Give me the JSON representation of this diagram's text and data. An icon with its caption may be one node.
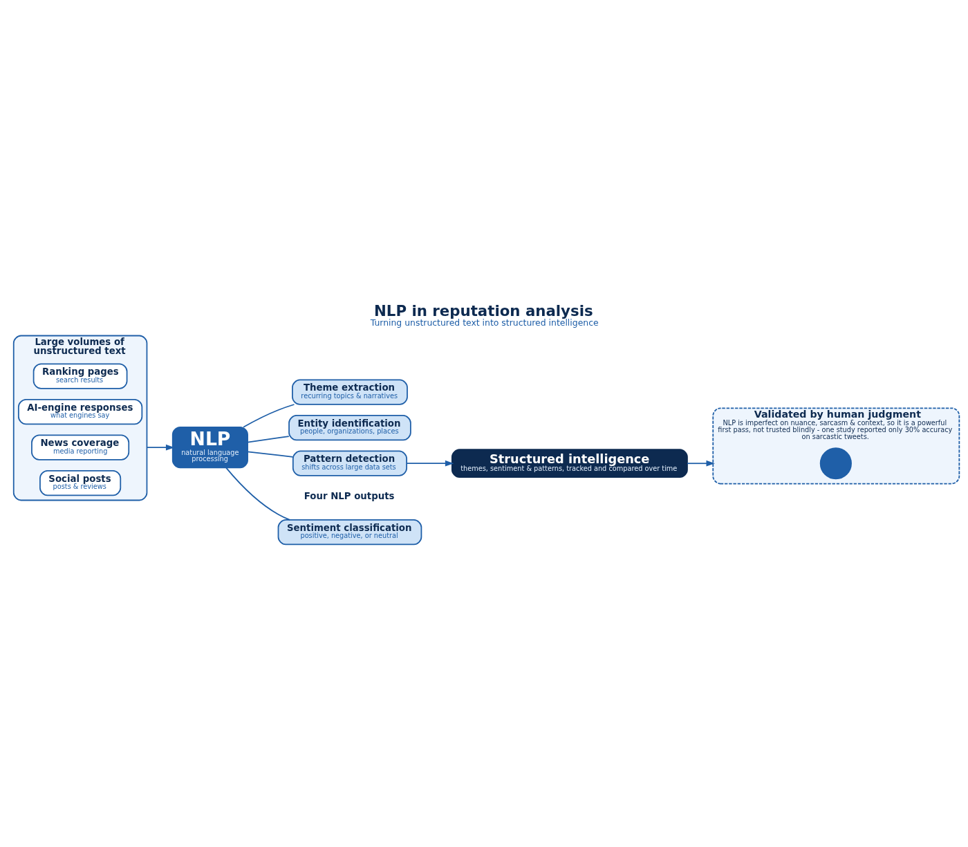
{
  "diagram": {
    "title": "NLP in reputation analysis",
    "caption": "Turning unstructured text into structured intelligence",
    "nodes": [
      {
        "text": [
          "Large volumes of unstructured text"
        ]
      },
      {
        "text": [
          "Ranking pages",
          "search results"
        ],
        "in": 0
      },
      {
        "text": [
          "AI-engine responses",
          "what engines say"
        ],
        "in": 0
      },
      {
        "text": [
          "News coverage",
          "media reporting"
        ],
        "in": 0
      },
      {
        "text": [
          "Social posts",
          "posts & reviews"
        ],
        "in": 0
      },
      {
        "text": [
          "NLP",
          "natural language processing"
        ]
      },
      {
        "text": [
          "Sentiment classification",
          "positive, negative, or neutral"
        ]
      },
      {
        "text": [
          "Theme extraction",
          "recurring topics & narratives"
        ]
      },
      {
        "text": [
          "Entity identification",
          "people, organizations, places"
        ]
      },
      {
        "text": [
          "Pattern detection",
          "shifts across large data sets"
        ]
      },
      {
        "text": [
          "Structured intelligence",
          "themes, sentiment & patterns, tracked and compared over time"
        ]
      },
      {
        "text": [
          "Validated by human judgment",
          "NLP is imperfect on nuance, sarcasm & context, so it is a powerful first pass, not trusted blindly - one study reported only 30% accuracy on sarcastic tweets."
        ]
      },
      {
        "text": [],
        "shape": "person",
        "in": 11
      }
    ],
    "edges": [
      {
        "from": 0,
        "to": 5,
        "arrow": "to"
      },
      {
        "from": 5,
        "to": 6,
        "arrow": "none"
      },
      {
        "from": 5,
        "to": 7,
        "arrow": "none"
      },
      {
        "from": 5,
        "to": 8,
        "arrow": "none"
      },
      {
        "from": 5,
        "to": 9,
        "arrow": "none"
      },
      {
        "from": 9,
        "to": 10,
        "arrow": "to"
      },
      {
        "from": 10,
        "to": 11,
        "arrow": "to"
      }
    ],
    "labels": [
      "Four NLP outputs"
    ]
  }
}
